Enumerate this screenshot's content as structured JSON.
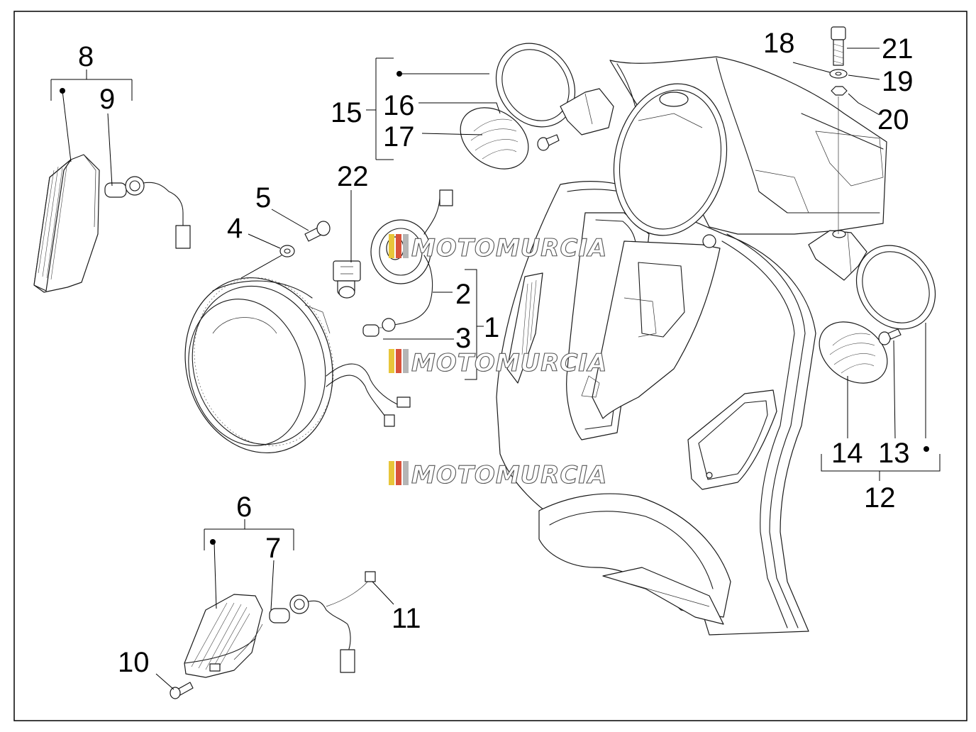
{
  "diagram": {
    "callouts": {
      "c1": "1",
      "c2": "2",
      "c3": "3",
      "c4": "4",
      "c5": "5",
      "c6": "6",
      "c7": "7",
      "c8": "8",
      "c9": "9",
      "c10": "10",
      "c11": "11",
      "c12": "12",
      "c13": "13",
      "c14": "14",
      "c15": "15",
      "c16": "16",
      "c17": "17",
      "c18": "18",
      "c19": "19",
      "c20": "20",
      "c21": "21",
      "c22": "22"
    },
    "watermark": {
      "text": "MOTOMURCIA",
      "stripe_colors": [
        "#e8c63a",
        "#d9533a",
        "#b5b5b5"
      ]
    }
  }
}
